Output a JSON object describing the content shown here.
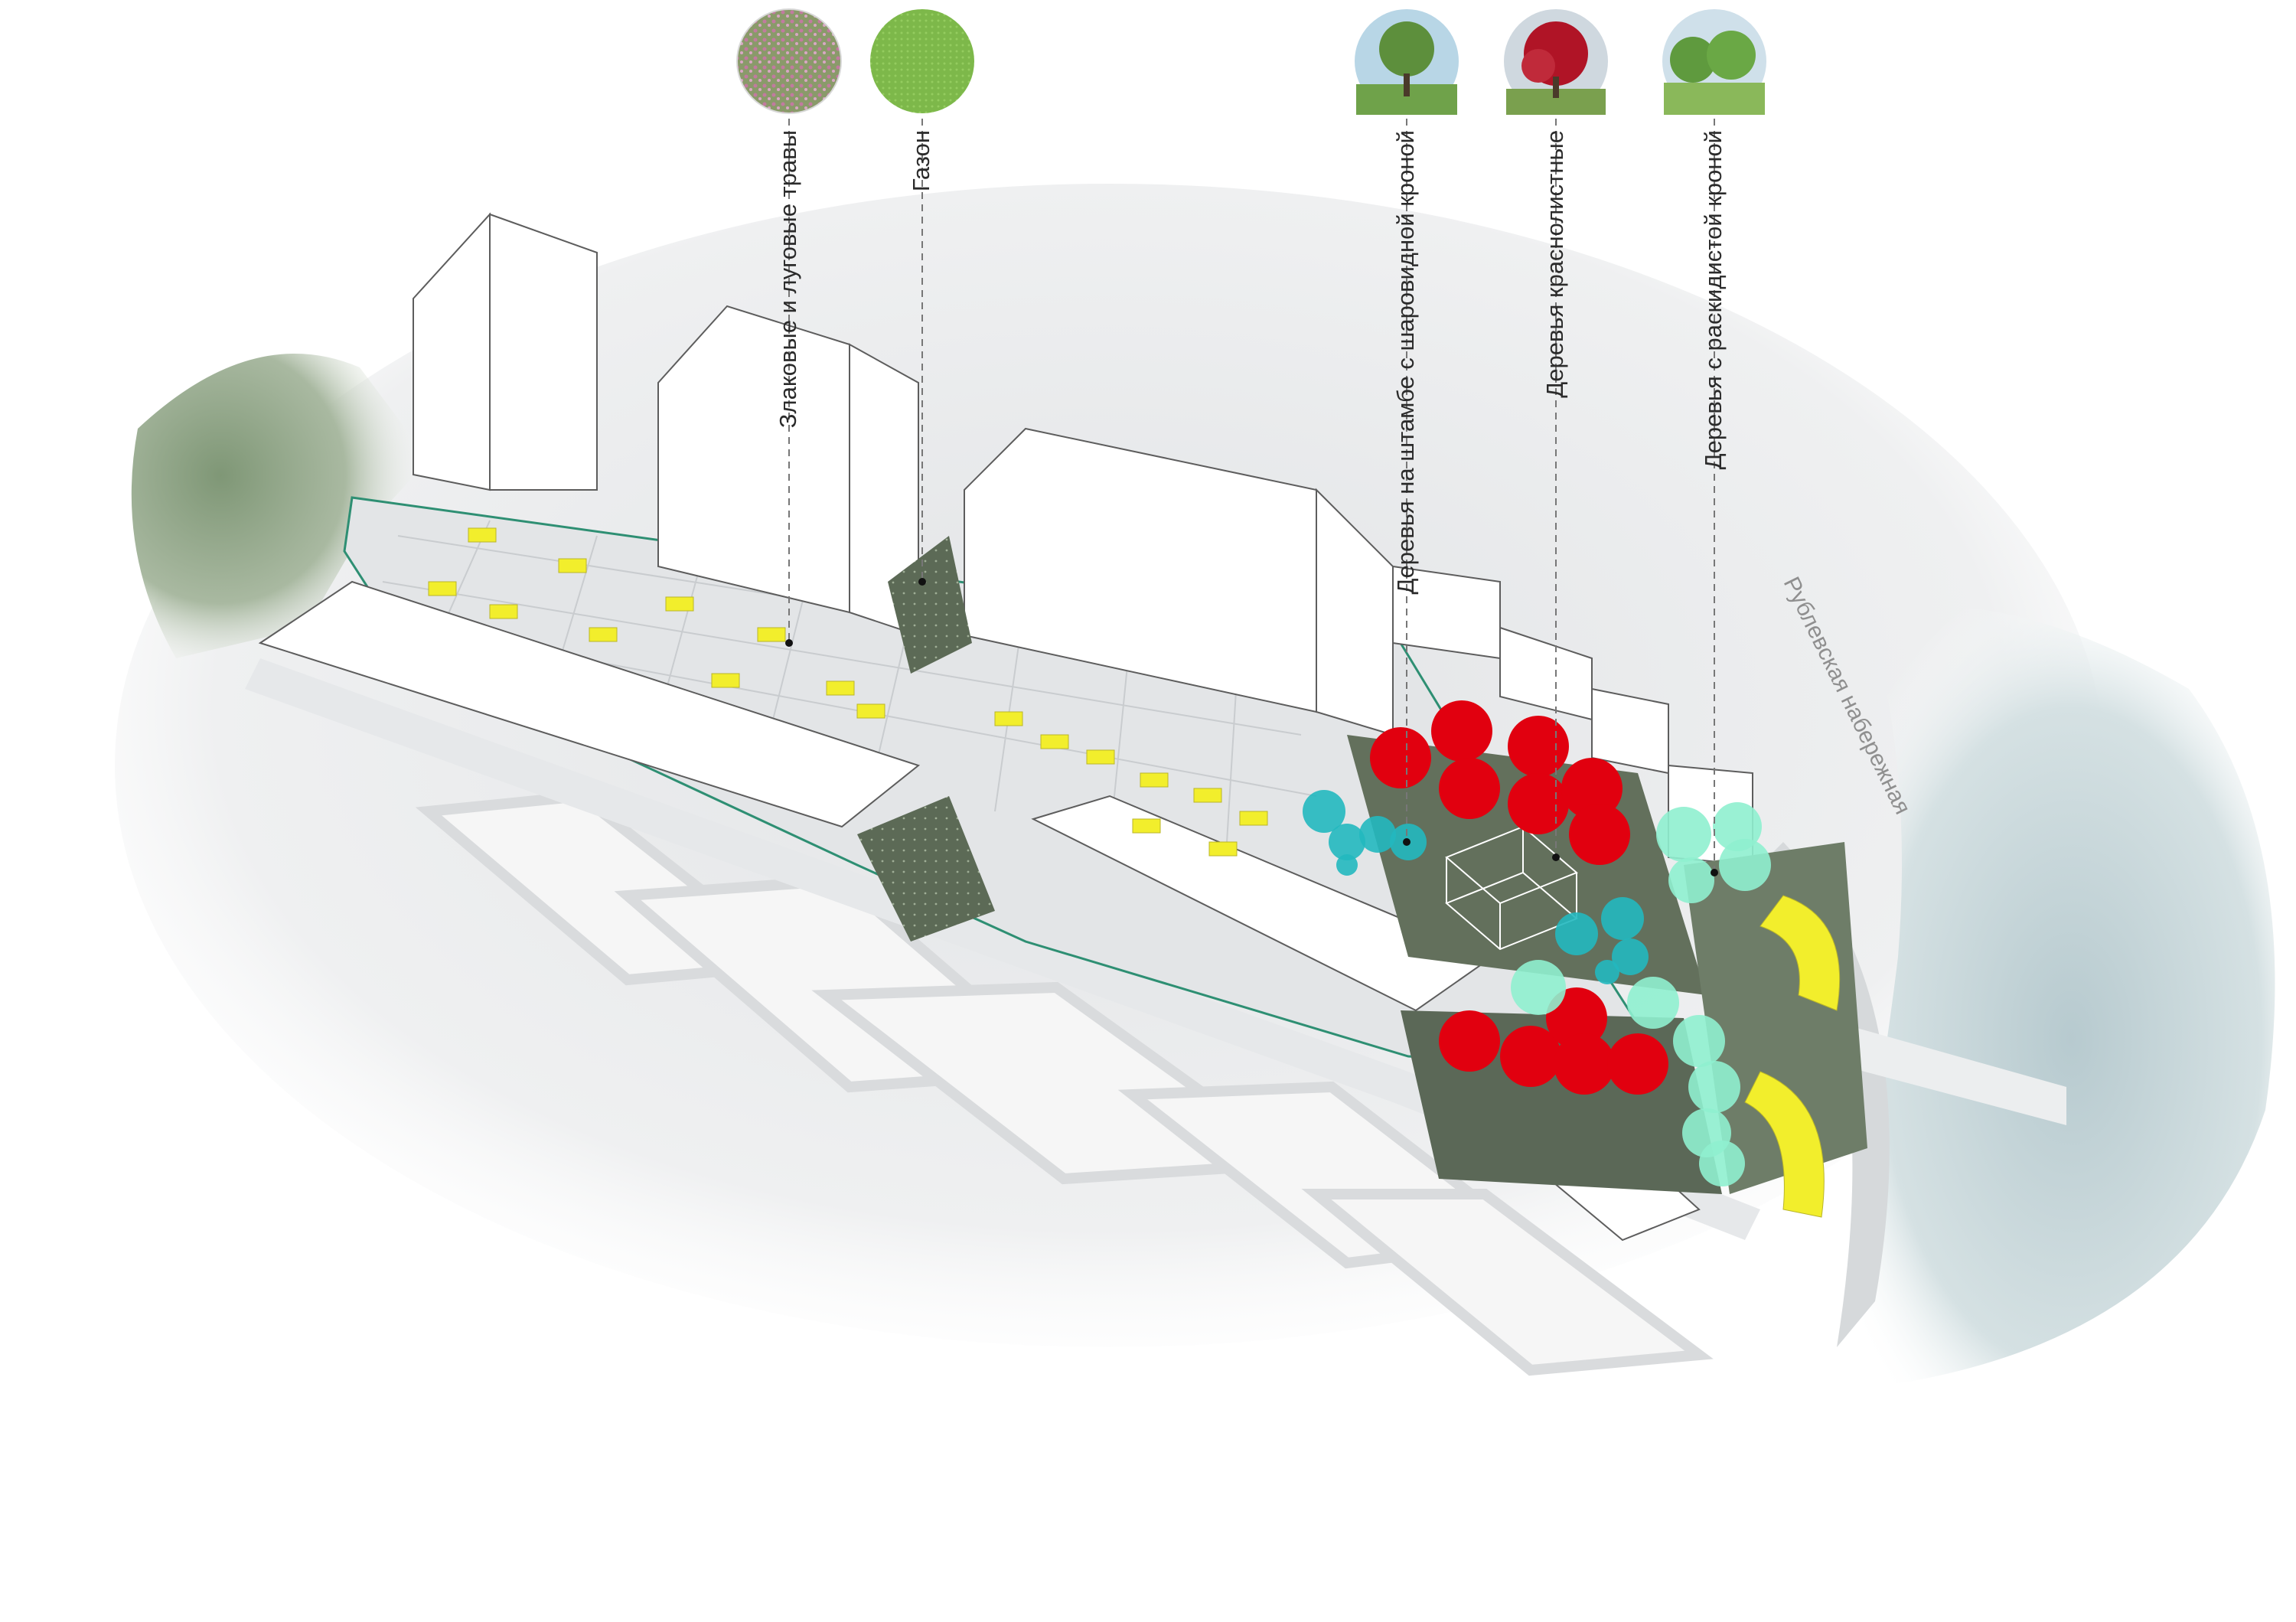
{
  "legend": [
    {
      "id": "grasses",
      "label": "Злаковые и луговые травы",
      "icon": "meadow-grass-photo",
      "swatch": "#b86a8f"
    },
    {
      "id": "lawn",
      "label": "Газон",
      "icon": "lawn-photo",
      "swatch": "#7db84a"
    },
    {
      "id": "standard-trees",
      "label": "Деревья на штамбе с шаровидной кроной",
      "icon": "round-crown-tree-photo",
      "swatch": "#22b8bf"
    },
    {
      "id": "red-trees",
      "label": "Деревья краснолистные",
      "icon": "red-leaf-tree-photo",
      "swatch": "#e1000f"
    },
    {
      "id": "spreading-trees",
      "label": "Деревья с раскидистой кроной",
      "icon": "spreading-crown-tree-photo",
      "swatch": "#8ff0cf"
    }
  ],
  "street_label": "Рублевская набережная",
  "colors": {
    "red_tree": "#e1000f",
    "cyan_tree": "#22b8bf",
    "mint_tree": "#8ff0cf",
    "yellow_bed": "#f2ee2c",
    "green_plot": "#5a6a52",
    "river": "#c8d8dc",
    "park": "#8fa384"
  }
}
